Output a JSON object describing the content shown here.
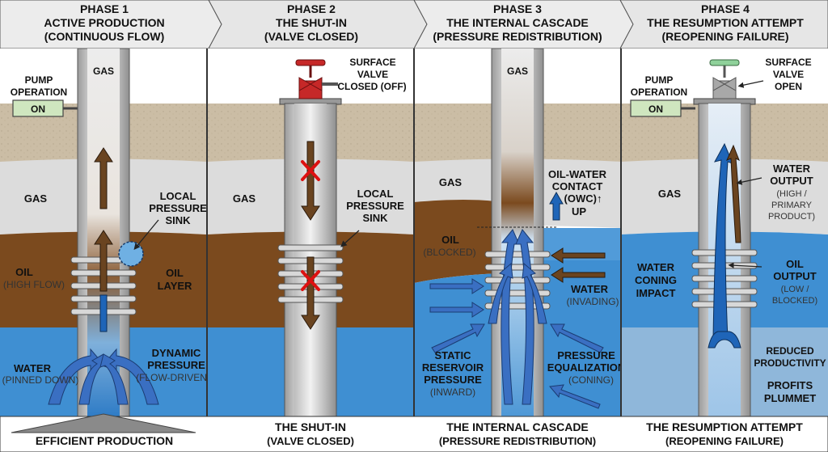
{
  "colors": {
    "sky": "#ffffff",
    "topsoil": "#cdbfa8",
    "gas": "#dcdcdc",
    "oil": "#7b4a1e",
    "water": "#3f8fd2",
    "water_light": "#cfe0ef",
    "pipe": "#c9c9c9",
    "arrow_brown": "#6a4420",
    "arrow_blue": "#1f65b8",
    "red": "#c62828",
    "green": "#cfe6bf",
    "header": "#e9e9e9"
  },
  "phases": [
    {
      "number": "PHASE 1",
      "title": "ACTIVE PRODUCTION",
      "subtitle": "(CONTINUOUS FLOW)"
    },
    {
      "number": "PHASE 2",
      "title": "THE SHUT-IN",
      "subtitle": "(VALVE CLOSED)"
    },
    {
      "number": "PHASE 3",
      "title": "THE INTERNAL CASCADE",
      "subtitle": "(PRESSURE REDISTRIBUTION)"
    },
    {
      "number": "PHASE 4",
      "title": "THE RESUMPTION ATTEMPT",
      "subtitle": "(REOPENING FAILURE)"
    }
  ],
  "footers": [
    {
      "title": "EFFICIENT PRODUCTION",
      "subtitle": ""
    },
    {
      "title": "THE SHUT-IN",
      "subtitle": "(VALVE CLOSED)"
    },
    {
      "title": "THE INTERNAL CASCADE",
      "subtitle": "(PRESSURE REDISTRIBUTION)"
    },
    {
      "title": "THE RESUMPTION ATTEMPT",
      "subtitle": "(REOPENING FAILURE)"
    }
  ],
  "panel1": {
    "gas_in_pipe": "GAS",
    "gas": "GAS",
    "pump_label_1": "PUMP",
    "pump_label_2": "OPERATION",
    "pump_state": "ON",
    "sink_1": "LOCAL",
    "sink_2": "PRESSURE",
    "sink_3": "SINK",
    "oil": "OIL",
    "oil_sub": "(HIGH FLOW)",
    "oil_layer_1": "OIL",
    "oil_layer_2": "LAYER",
    "water": "WATER",
    "water_sub": "(PINNED DOWN)",
    "dyn_1": "DYNAMIC",
    "dyn_2": "PRESSURE",
    "dyn_sub": "(FLOW-DRIVEN)"
  },
  "panel2": {
    "valve_1": "SURFACE",
    "valve_2": "VALVE",
    "valve_state": "CLOSED (OFF)",
    "gas": "GAS",
    "sink_1": "LOCAL",
    "sink_2": "PRESSURE",
    "sink_3": "SINK"
  },
  "panel3": {
    "gas_in_pipe": "GAS",
    "gas": "GAS",
    "owc_1": "OIL-WATER",
    "owc_2": "CONTACT",
    "owc_3": "(OWC)↑",
    "owc_4": "UP",
    "oil": "OIL",
    "oil_sub": "(BLOCKED)",
    "water": "WATER",
    "water_sub": "(INVADING)",
    "static_1": "STATIC",
    "static_2": "RESERVOIR",
    "static_3": "PRESSURE",
    "static_sub": "(INWARD)",
    "eq_1": "PRESSURE",
    "eq_2": "EQUALIZATION",
    "eq_sub": "(CONING)"
  },
  "panel4": {
    "pump_label_1": "PUMP",
    "pump_label_2": "OPERATION",
    "pump_state": "ON",
    "valve_1": "SURFACE",
    "valve_2": "VALVE",
    "valve_3": "OPEN",
    "gas": "GAS",
    "wout_1": "WATER",
    "wout_2": "OUTPUT",
    "wout_sub_1": "(HIGH /",
    "wout_sub_2": "PRIMARY",
    "wout_sub_3": "PRODUCT)",
    "coning_1": "WATER",
    "coning_2": "CONING",
    "coning_3": "IMPACT",
    "oout_1": "OIL",
    "oout_2": "OUTPUT",
    "oout_sub_1": "(LOW /",
    "oout_sub_2": "BLOCKED)",
    "reduced_1": "REDUCED",
    "reduced_2": "PRODUCTIVITY",
    "profits_1": "PROFITS",
    "profits_2": "PLUMMET"
  }
}
